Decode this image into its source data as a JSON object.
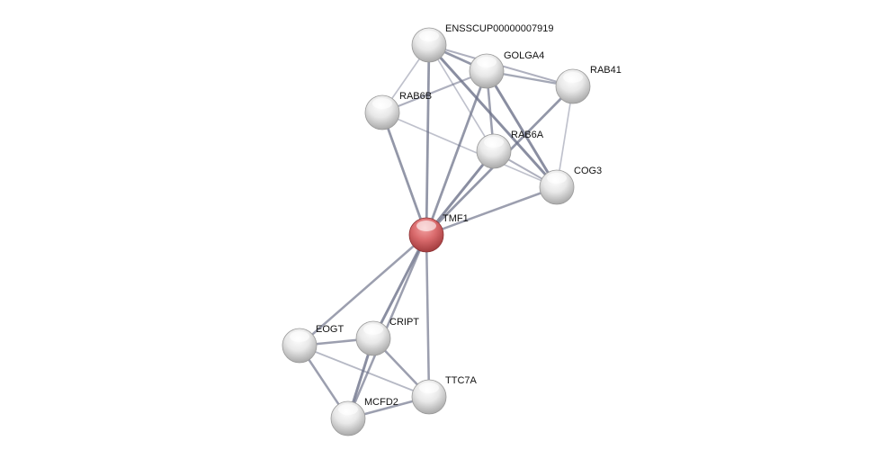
{
  "network": {
    "query_color": "#d9595c",
    "node_color": "#e6e6e6",
    "edge_color": "#6b7088",
    "nodes": [
      {
        "id": "ENSSCUP00000007919",
        "label": "ENSSCUP00000007919",
        "query": false
      },
      {
        "id": "GOLGA4",
        "label": "GOLGA4",
        "query": false
      },
      {
        "id": "RAB41",
        "label": "RAB41",
        "query": false
      },
      {
        "id": "RAB6B",
        "label": "RAB6B",
        "query": false
      },
      {
        "id": "RAB6A",
        "label": "RAB6A",
        "query": false
      },
      {
        "id": "COG3",
        "label": "COG3",
        "query": false
      },
      {
        "id": "TMF1",
        "label": "TMF1",
        "query": true
      },
      {
        "id": "EOGT",
        "label": "EOGT",
        "query": false
      },
      {
        "id": "CRIPT",
        "label": "CRIPT",
        "query": false
      },
      {
        "id": "TTC7A",
        "label": "TTC7A",
        "query": false
      },
      {
        "id": "MCFD2",
        "label": "MCFD2",
        "query": false
      }
    ],
    "edges": [
      [
        "ENSSCUP00000007919",
        "GOLGA4",
        0.8
      ],
      [
        "ENSSCUP00000007919",
        "RAB41",
        0.5
      ],
      [
        "ENSSCUP00000007919",
        "RAB6B",
        0.3
      ],
      [
        "ENSSCUP00000007919",
        "TMF1",
        0.8
      ],
      [
        "ENSSCUP00000007919",
        "RAB6A",
        0.3
      ],
      [
        "ENSSCUP00000007919",
        "COG3",
        0.9
      ],
      [
        "GOLGA4",
        "RAB41",
        0.6
      ],
      [
        "GOLGA4",
        "RAB6B",
        0.5
      ],
      [
        "GOLGA4",
        "TMF1",
        0.8
      ],
      [
        "GOLGA4",
        "RAB6A",
        0.7
      ],
      [
        "GOLGA4",
        "COG3",
        0.9
      ],
      [
        "RAB41",
        "TMF1",
        0.8
      ],
      [
        "RAB41",
        "COG3",
        0.3
      ],
      [
        "RAB6B",
        "TMF1",
        0.8
      ],
      [
        "RAB6B",
        "COG3",
        0.3
      ],
      [
        "RAB6A",
        "TMF1",
        0.9
      ],
      [
        "RAB6A",
        "COG3",
        0.5
      ],
      [
        "COG3",
        "TMF1",
        0.7
      ],
      [
        "TMF1",
        "EOGT",
        0.7
      ],
      [
        "TMF1",
        "CRIPT",
        0.9
      ],
      [
        "TMF1",
        "MCFD2",
        0.7
      ],
      [
        "TMF1",
        "TTC7A",
        0.7
      ],
      [
        "EOGT",
        "CRIPT",
        0.7
      ],
      [
        "EOGT",
        "MCFD2",
        0.7
      ],
      [
        "EOGT",
        "TTC7A",
        0.4
      ],
      [
        "CRIPT",
        "MCFD2",
        0.9
      ],
      [
        "CRIPT",
        "TTC7A",
        0.7
      ],
      [
        "MCFD2",
        "TTC7A",
        0.7
      ]
    ]
  }
}
